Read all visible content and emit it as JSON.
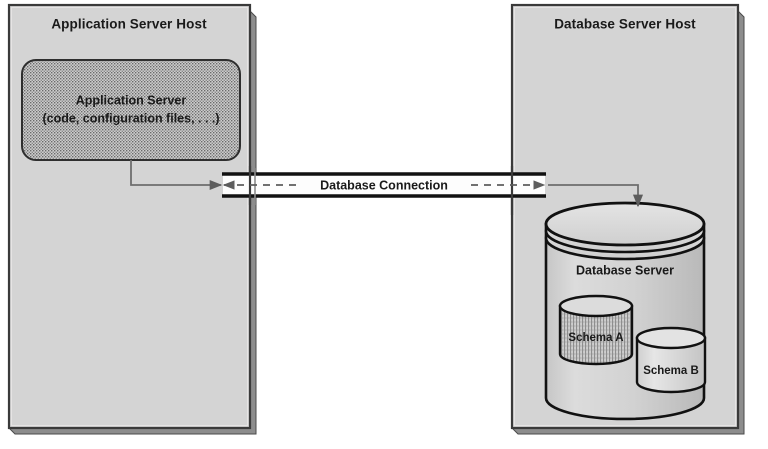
{
  "diagram": {
    "type": "deployment-diagram",
    "background": "#ffffff",
    "colors": {
      "host_fill": "#d4d4d4",
      "host_border": "#3a3a3a",
      "host_shadow": "#8d8d8d",
      "node_fill": "#c9c9c9",
      "node_border": "#3a3a3a",
      "cylinder_fill": "#d0d0d0",
      "cylinder_border": "#111111",
      "schema_a_fill": "#bdbdbd",
      "schema_b_fill": "#d9d9d9",
      "connector_line": "#111111",
      "arrow_line": "#6e6e6e",
      "text": "#1a1a1a"
    },
    "nodes": [
      {
        "id": "application-server-host",
        "kind": "host",
        "title": "Application Server Host"
      },
      {
        "id": "application-server",
        "kind": "component",
        "title": "Application Server",
        "subtitle": "(code, configuration files, . . .)",
        "fill_pattern": "dotted-crosshatch"
      },
      {
        "id": "database-server-host",
        "kind": "host",
        "title": "Database Server Host"
      },
      {
        "id": "database-server",
        "kind": "cylinder",
        "title": "Database Server"
      },
      {
        "id": "schema-a",
        "kind": "cylinder",
        "title": "Schema A",
        "fill_pattern": "vertical-hatch"
      },
      {
        "id": "schema-b",
        "kind": "cylinder",
        "title": "Schema B",
        "fill_pattern": "solid"
      }
    ],
    "connectors": [
      {
        "id": "database-connection",
        "label": "Database Connection",
        "style": "dashed",
        "from": "application-server-host",
        "to": "database-server-host",
        "arrowheads": "both"
      },
      {
        "id": "app-server-to-connection",
        "label": "",
        "style": "solid",
        "from": "application-server",
        "to": "database-connection",
        "arrowheads": "end"
      },
      {
        "id": "connection-to-database-server",
        "label": "",
        "style": "solid",
        "from": "database-connection",
        "to": "database-server",
        "arrowheads": "end"
      }
    ]
  }
}
